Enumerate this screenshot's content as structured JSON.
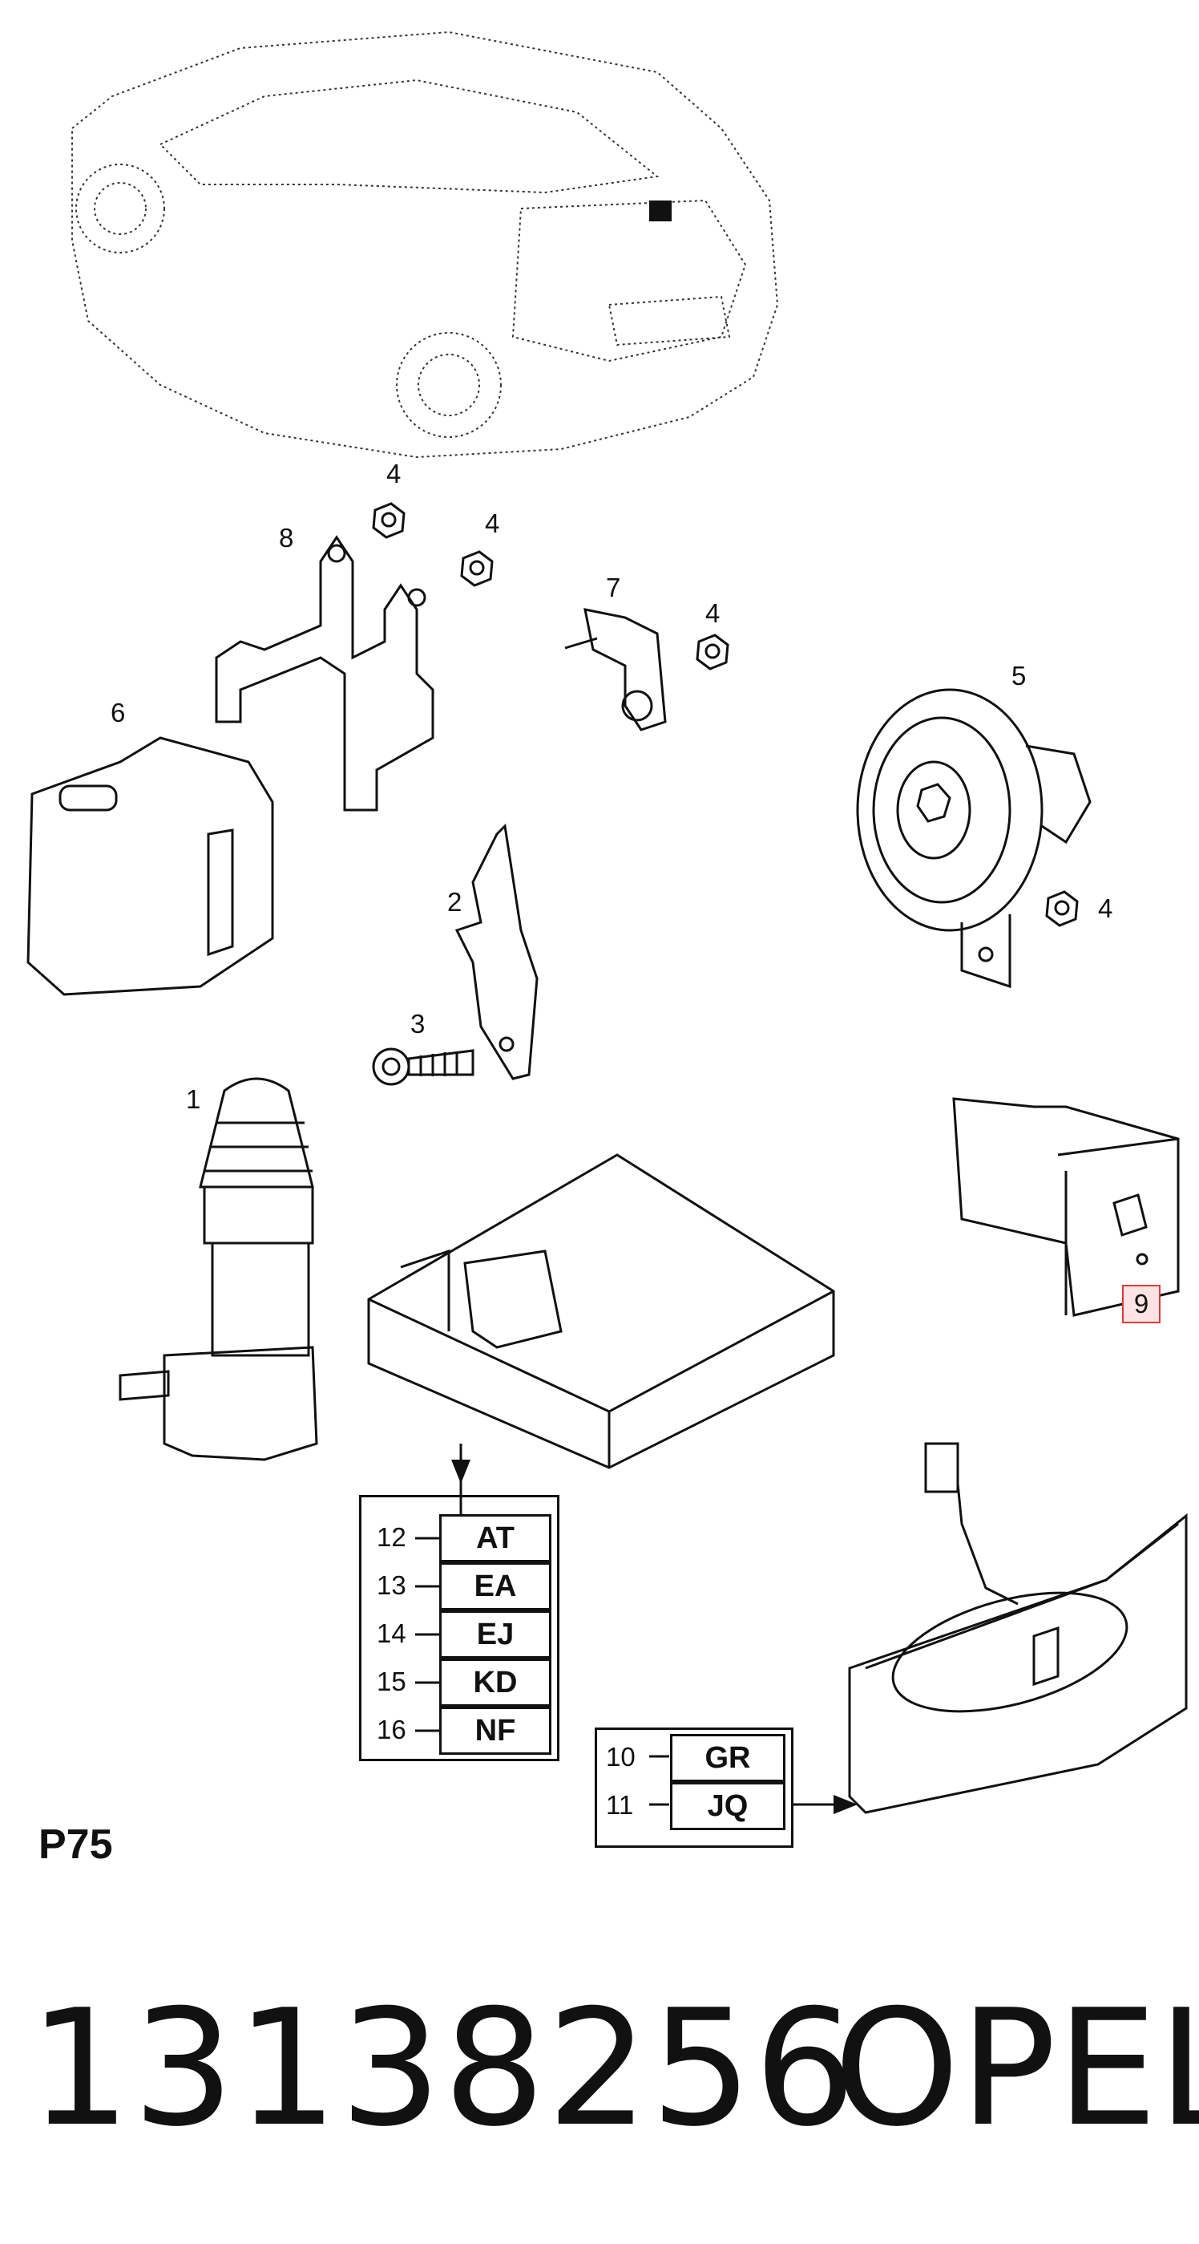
{
  "diagram": {
    "page_code": "P75",
    "part_number": "13138256",
    "brand": "OPEL",
    "callouts": [
      "1",
      "2",
      "3",
      "4",
      "4",
      "4",
      "4",
      "5",
      "6",
      "7",
      "8"
    ],
    "highlighted_callout": "9",
    "highlight_color": "#e03a3a",
    "module_codes": [
      {
        "num": "12",
        "code": "AT"
      },
      {
        "num": "13",
        "code": "EA"
      },
      {
        "num": "14",
        "code": "EJ"
      },
      {
        "num": "15",
        "code": "KD"
      },
      {
        "num": "16",
        "code": "NF"
      }
    ],
    "switch_codes": [
      {
        "num": "10",
        "code": "GR"
      },
      {
        "num": "11",
        "code": "JQ"
      }
    ]
  }
}
